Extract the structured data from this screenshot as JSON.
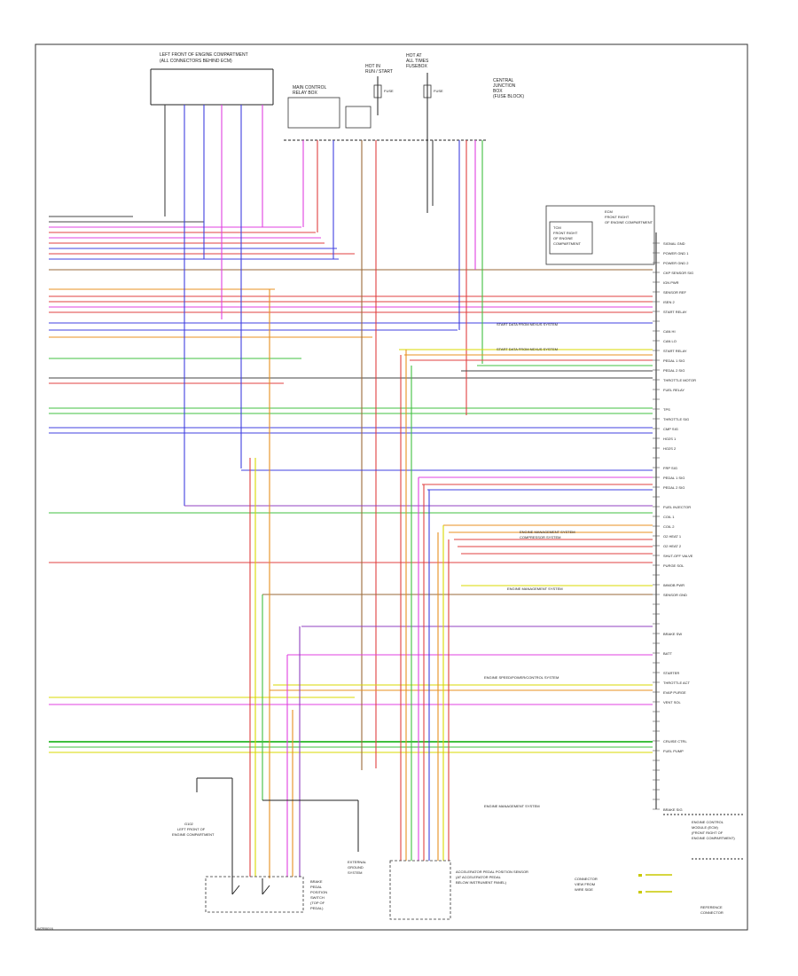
{
  "diagram": {
    "top_components": [
      {
        "id": "ecm-left",
        "label_lines": [
          "LEFT FRONT OF ENGINE COMPARTMENT",
          "(ALL CONNECTORS BEHIND ECM)"
        ]
      },
      {
        "id": "relay-box",
        "label_lines": [
          "MAIN CONTROL",
          "RELAY BOX"
        ]
      },
      {
        "id": "hot-run",
        "label_lines": [
          "HOT IN",
          "RUN / START"
        ]
      },
      {
        "id": "hot-all",
        "label_lines": [
          "HOT AT",
          "ALL TIMES",
          "FUSEBOX"
        ]
      },
      {
        "id": "central-panel",
        "label_lines": [
          "CENTRAL",
          "JUNCTION",
          "BOX",
          "(FUSE BLOCK)"
        ]
      }
    ],
    "fuses": [
      {
        "id": "fuse-left",
        "label": "FUSE"
      },
      {
        "id": "fuse-right",
        "label": "FUSE"
      }
    ],
    "right_header": {
      "label_lines": [
        "TCM",
        "FRONT RIGHT",
        "OF ENGINE",
        "COMPARTMENT"
      ],
      "outer_lines": [
        "ECM",
        "FRONT RIGHT",
        "OF ENGINE COMPARTMENT"
      ]
    },
    "right_pin_labels": [
      "SIGNAL GND",
      "POWER GND 1",
      "POWER GND 2",
      "CKP SENSOR SIG",
      "IGN PWR",
      "SENSOR REF",
      "ISEN 2",
      "START RELAY",
      "",
      "CAN HI",
      "CAN LO",
      "START RELAY",
      "PEDAL 1 SIG",
      "PEDAL 2 SIG",
      "THROTTLE MOTOR",
      "FUEL RELAY",
      "",
      "TPS",
      "THROTTLE SIG",
      "CMP SIG",
      "HO2S 1",
      "HO2S 2",
      "",
      "FRP SIG",
      "PEDAL 1 SIG",
      "PEDAL 2 SIG",
      "",
      "FUEL INJECTOR",
      "COIL 1",
      "COIL 2",
      "O2 HEAT 1",
      "O2 HEAT 2",
      "SHUT-OFF VALVE",
      "PURGE SOL",
      "",
      "IMMOB PWR",
      "SENSOR GND",
      "",
      "",
      "",
      "BRAKE SW",
      "",
      "BATT",
      "",
      "STARTER",
      "THROTTLE ACT",
      "EVAP PURGE",
      "VENT SOL",
      "",
      "",
      "",
      "CRUISE CTRL",
      "FUEL PUMP",
      "",
      "",
      "",
      "",
      "",
      "BRAKE SIG"
    ],
    "bottom_components": [
      {
        "id": "left-ground",
        "label_lines": [
          "G102",
          "LEFT FRONT OF",
          "ENGINE COMPARTMENT"
        ]
      },
      {
        "id": "brake-switch",
        "label_lines": [
          "BRAKE",
          "PEDAL",
          "POSITION",
          "SWITCH",
          "(TOP OF",
          "PEDAL)"
        ]
      },
      {
        "id": "ground-center",
        "label_lines": [
          "EXTERNAL",
          "GROUND",
          "SYSTEM"
        ]
      },
      {
        "id": "starter-connector",
        "label_lines": [
          "ACCELERATOR PEDAL POSITION SENSOR",
          "(AT ACCELERATOR PEDAL",
          "BELOW INSTRUMENT PANEL)"
        ]
      },
      {
        "id": "right-legend",
        "label_lines": [
          "ENGINE CONTROL",
          "MODULE (ECM)",
          "(FRONT RIGHT OF",
          "ENGINE COMPARTMENT)"
        ]
      },
      {
        "id": "right-sub",
        "label_lines": [
          "CONNECTOR",
          "VIEW FROM",
          "WIRE SIDE"
        ]
      },
      {
        "id": "right-foot",
        "label_lines": [
          "REFERENCE",
          "CONNECTOR"
        ]
      }
    ],
    "annotations": [
      "START DATA FROM NEXUS SYSTEM",
      "START DATA FROM NEXUS SYSTEM",
      "ENGINE MANAGEMENT SYSTEM",
      "COMPRESSOR SYSTEM",
      "ENGINE MANAGEMENT SYSTEM",
      "ENGINE SPEED/POWER/CONTROL SYSTEM",
      "ENGINE MANAGEMENT SYSTEM"
    ],
    "footer_code": "W7R0016"
  }
}
